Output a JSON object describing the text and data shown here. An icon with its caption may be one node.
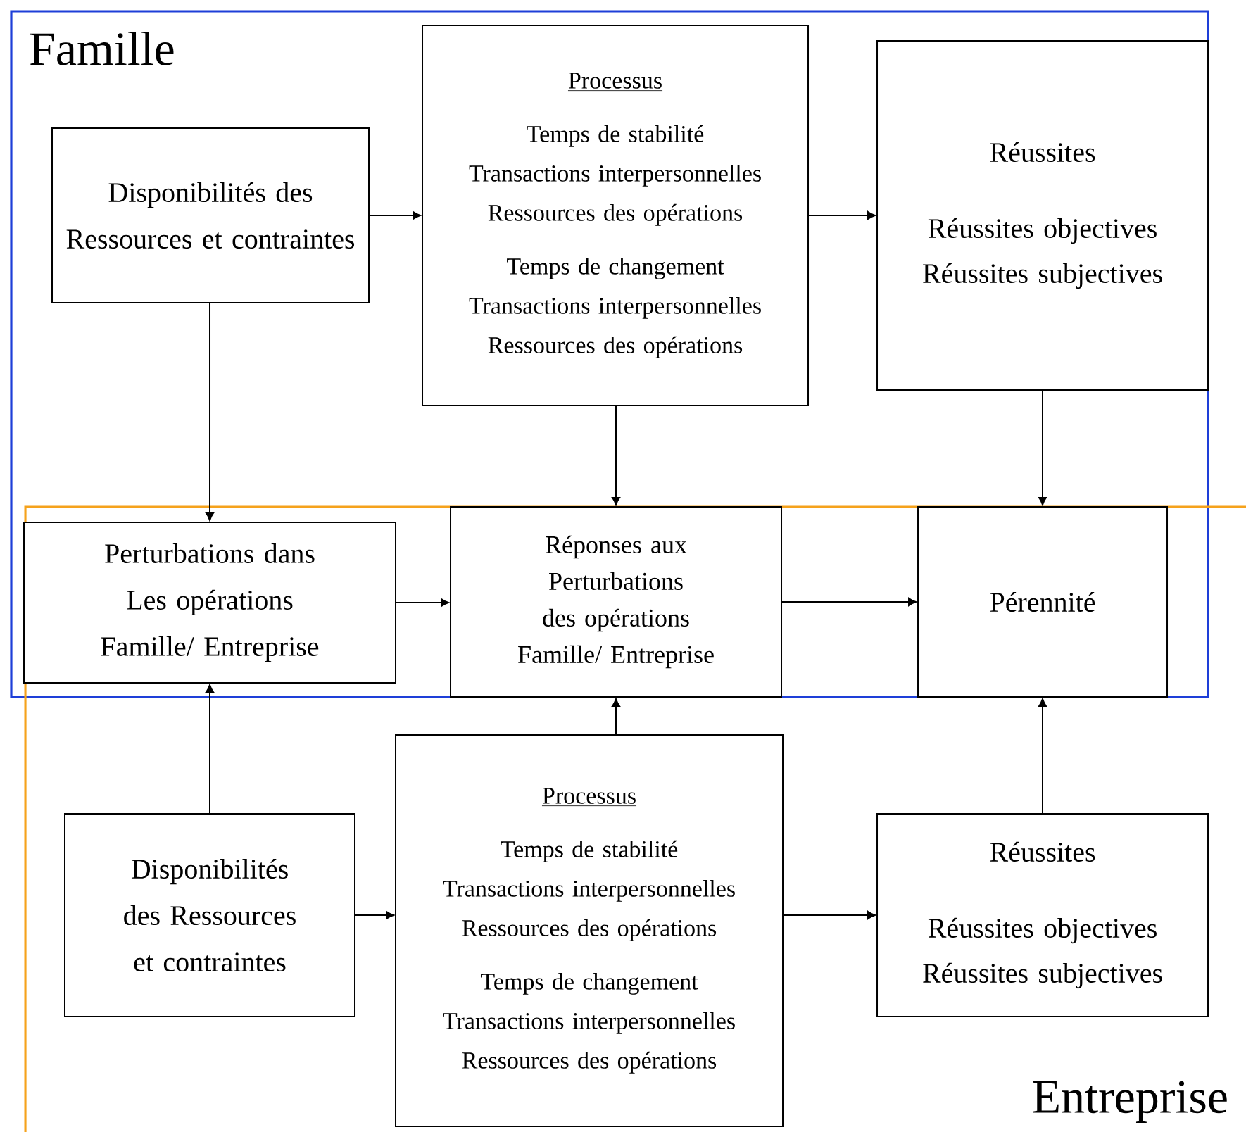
{
  "diagram": {
    "nodes": [
      {
        "text": [
          "Famille"
        ]
      },
      {
        "text": [
          "Disponibilités des Ressources et contraintes"
        ],
        "in": 0
      },
      {
        "text": [
          "Processus",
          "Temps de stabilité Transactions interpersonnelles Ressources des opérations",
          "Temps de changement Transactions interpersonnelles Ressources des opérations"
        ],
        "in": 0
      },
      {
        "text": [
          "Réussites",
          "Réussites objectives Réussites subjectives"
        ],
        "in": 0
      },
      {
        "text": [
          "Entreprise"
        ]
      },
      {
        "text": [
          "Perturbations dans Les opérations Famille/ Entreprise"
        ]
      },
      {
        "text": [
          "Réponses aux Perturbations des opérations Famille/ Entreprise"
        ]
      },
      {
        "text": [
          "Pérennité"
        ]
      },
      {
        "text": [
          "Disponibilités des Ressources et contraintes"
        ],
        "in": 4
      },
      {
        "text": [
          "Processus",
          "Temps de stabilité Transactions interpersonnelles Ressources des opérations",
          "Temps de changement Transactions interpersonnelles Ressources des opérations"
        ],
        "in": 4
      },
      {
        "text": [
          "Réussites",
          "Réussites objectives Réussites subjectives"
        ],
        "in": 4
      }
    ],
    "edges": [
      {
        "from": 1,
        "to": 2,
        "arrow": "to"
      },
      {
        "from": 2,
        "to": 3,
        "arrow": "to"
      },
      {
        "from": 1,
        "to": 5,
        "arrow": "to"
      },
      {
        "from": 2,
        "to": 6,
        "arrow": "to"
      },
      {
        "from": 3,
        "to": 7,
        "arrow": "to"
      },
      {
        "from": 5,
        "to": 6,
        "arrow": "to"
      },
      {
        "from": 6,
        "to": 7,
        "arrow": "to"
      },
      {
        "from": 8,
        "to": 5,
        "arrow": "to"
      },
      {
        "from": 9,
        "to": 6,
        "arrow": "to"
      },
      {
        "from": 10,
        "to": 7,
        "arrow": "to"
      },
      {
        "from": 8,
        "to": 9,
        "arrow": "to"
      },
      {
        "from": 9,
        "to": 10,
        "arrow": "to"
      }
    ]
  }
}
